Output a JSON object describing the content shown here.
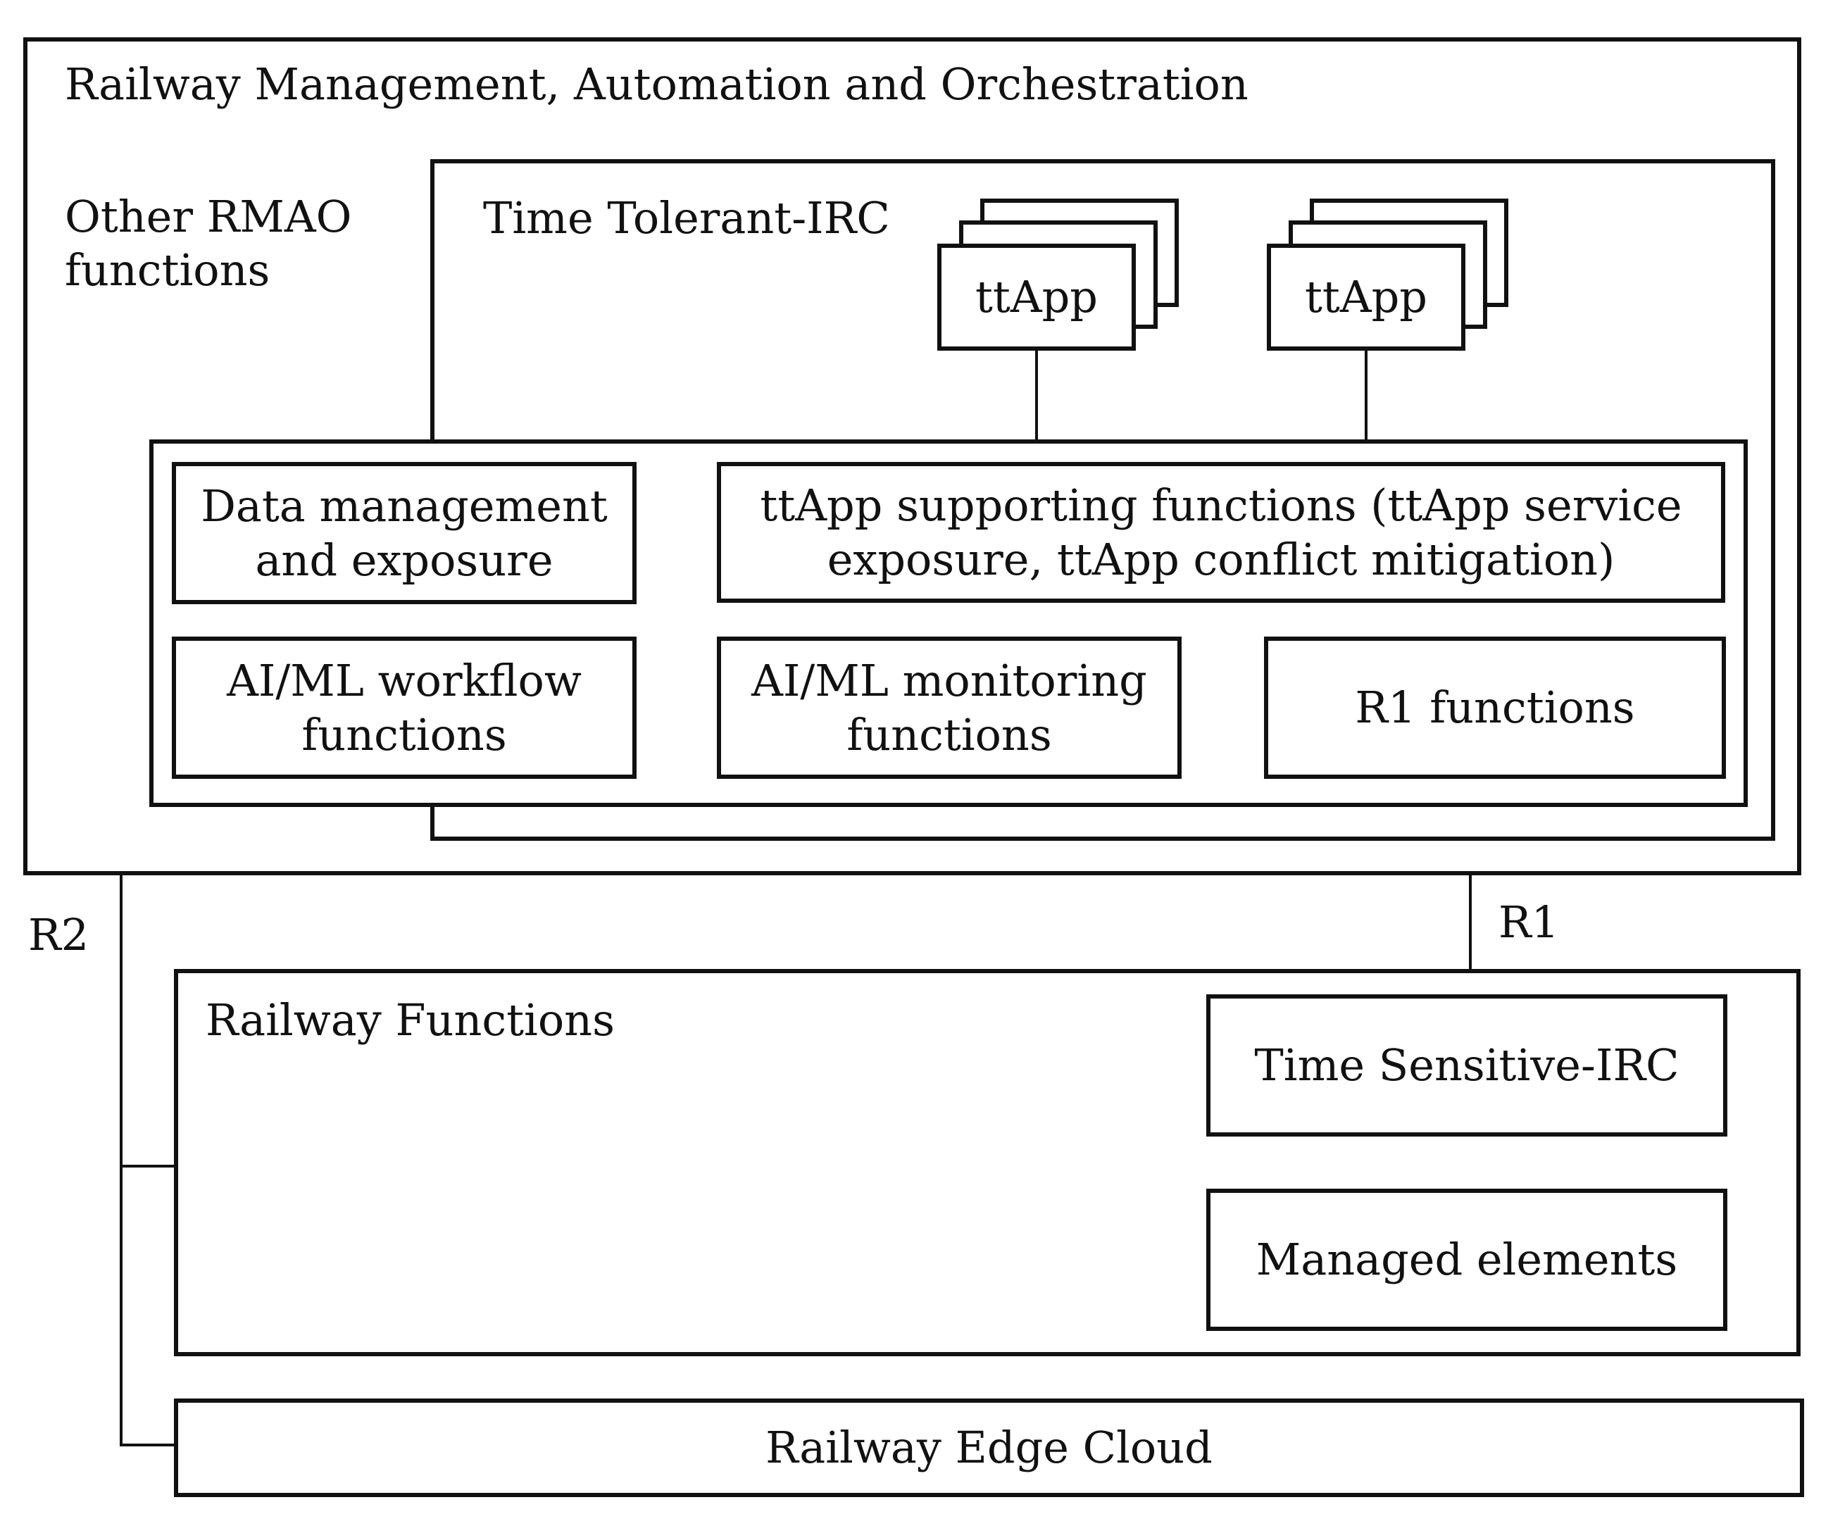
{
  "rmao": {
    "title": "Railway Management, Automation and Orchestration",
    "other_functions": "Other RMAO\nfunctions"
  },
  "tt_irc": {
    "title": "Time Tolerant-IRC",
    "apps": [
      "ttApp",
      "ttApp"
    ]
  },
  "platform": {
    "data_management": "Data management and exposure",
    "ttapp_support": "ttApp supporting functions (ttApp service exposure, ttApp conflict mitigation)",
    "aiml_workflow": "AI/ML workflow functions",
    "aiml_monitoring": "AI/ML monitoring functions",
    "r1_functions": "R1 functions"
  },
  "interfaces": {
    "r1": "R1",
    "r2": "R2"
  },
  "railway_functions": {
    "title": "Railway Functions",
    "ts_irc": "Time Sensitive-IRC",
    "managed_elements": "Managed elements"
  },
  "edge_cloud": {
    "label": "Railway Edge Cloud"
  }
}
